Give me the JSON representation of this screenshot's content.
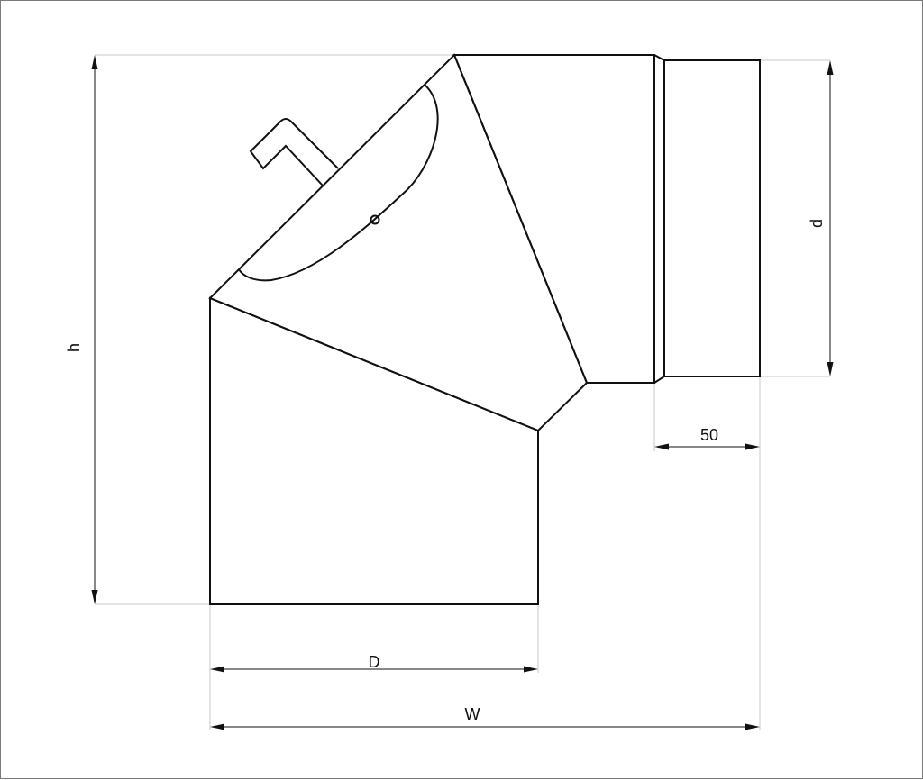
{
  "dimensions": {
    "height_label": "h",
    "outlet_diameter_label": "d",
    "socket_length_label": "50",
    "inlet_diameter_label": "D",
    "overall_width_label": "W"
  }
}
